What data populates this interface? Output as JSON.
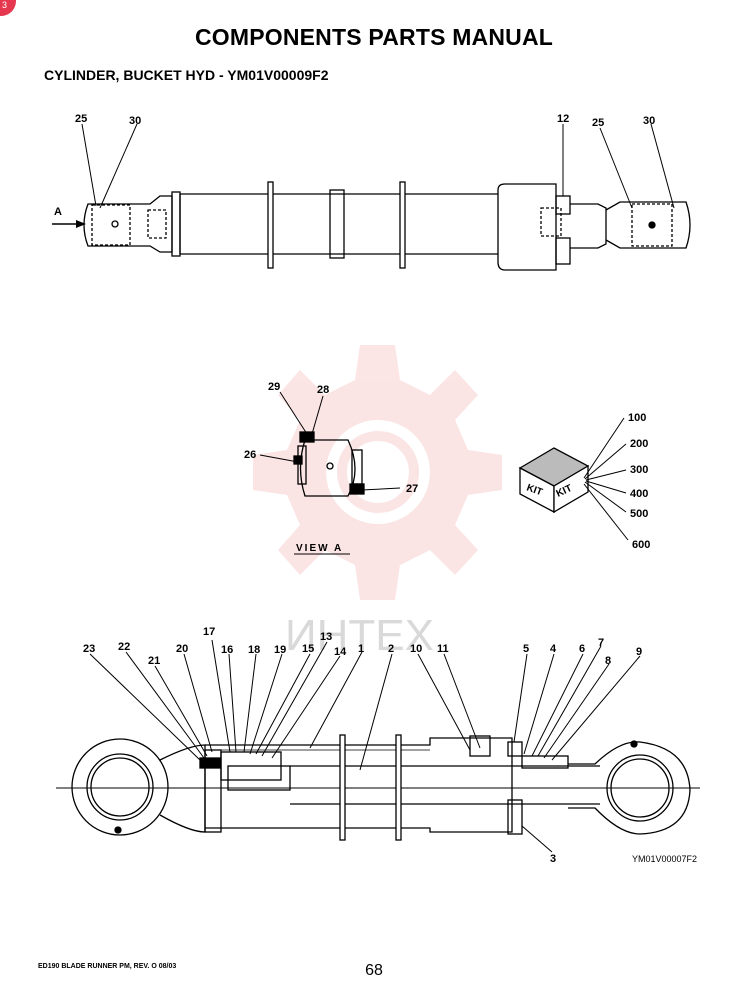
{
  "corner_badge": "3",
  "header": {
    "title": "COMPONENTS PARTS MANUAL",
    "subtitle": "CYLINDER, BUCKET HYD - YM01V00009F2"
  },
  "watermark": {
    "text": "ИНТЕХ",
    "color": "#f5b5b5"
  },
  "top_view": {
    "arrow_label": "A",
    "callouts": [
      "25",
      "30",
      "12",
      "25",
      "30"
    ]
  },
  "view_a": {
    "caption": "VIEW  A",
    "callouts": [
      "29",
      "28",
      "26",
      "27"
    ]
  },
  "kit": {
    "face_labels": [
      "KIT",
      "KIT"
    ],
    "callouts": [
      "100",
      "200",
      "300",
      "400",
      "500",
      "600"
    ]
  },
  "section_view": {
    "callouts": [
      "23",
      "22",
      "21",
      "20",
      "17",
      "16",
      "18",
      "19",
      "15",
      "13",
      "14",
      "1",
      "2",
      "10",
      "11",
      "5",
      "4",
      "6",
      "7",
      "8",
      "9",
      "3"
    ],
    "drawing_code": "YM01V00007F2"
  },
  "footer": {
    "left": "ED190 BLADE RUNNER PM, REV. O 08/03",
    "page": "68"
  }
}
